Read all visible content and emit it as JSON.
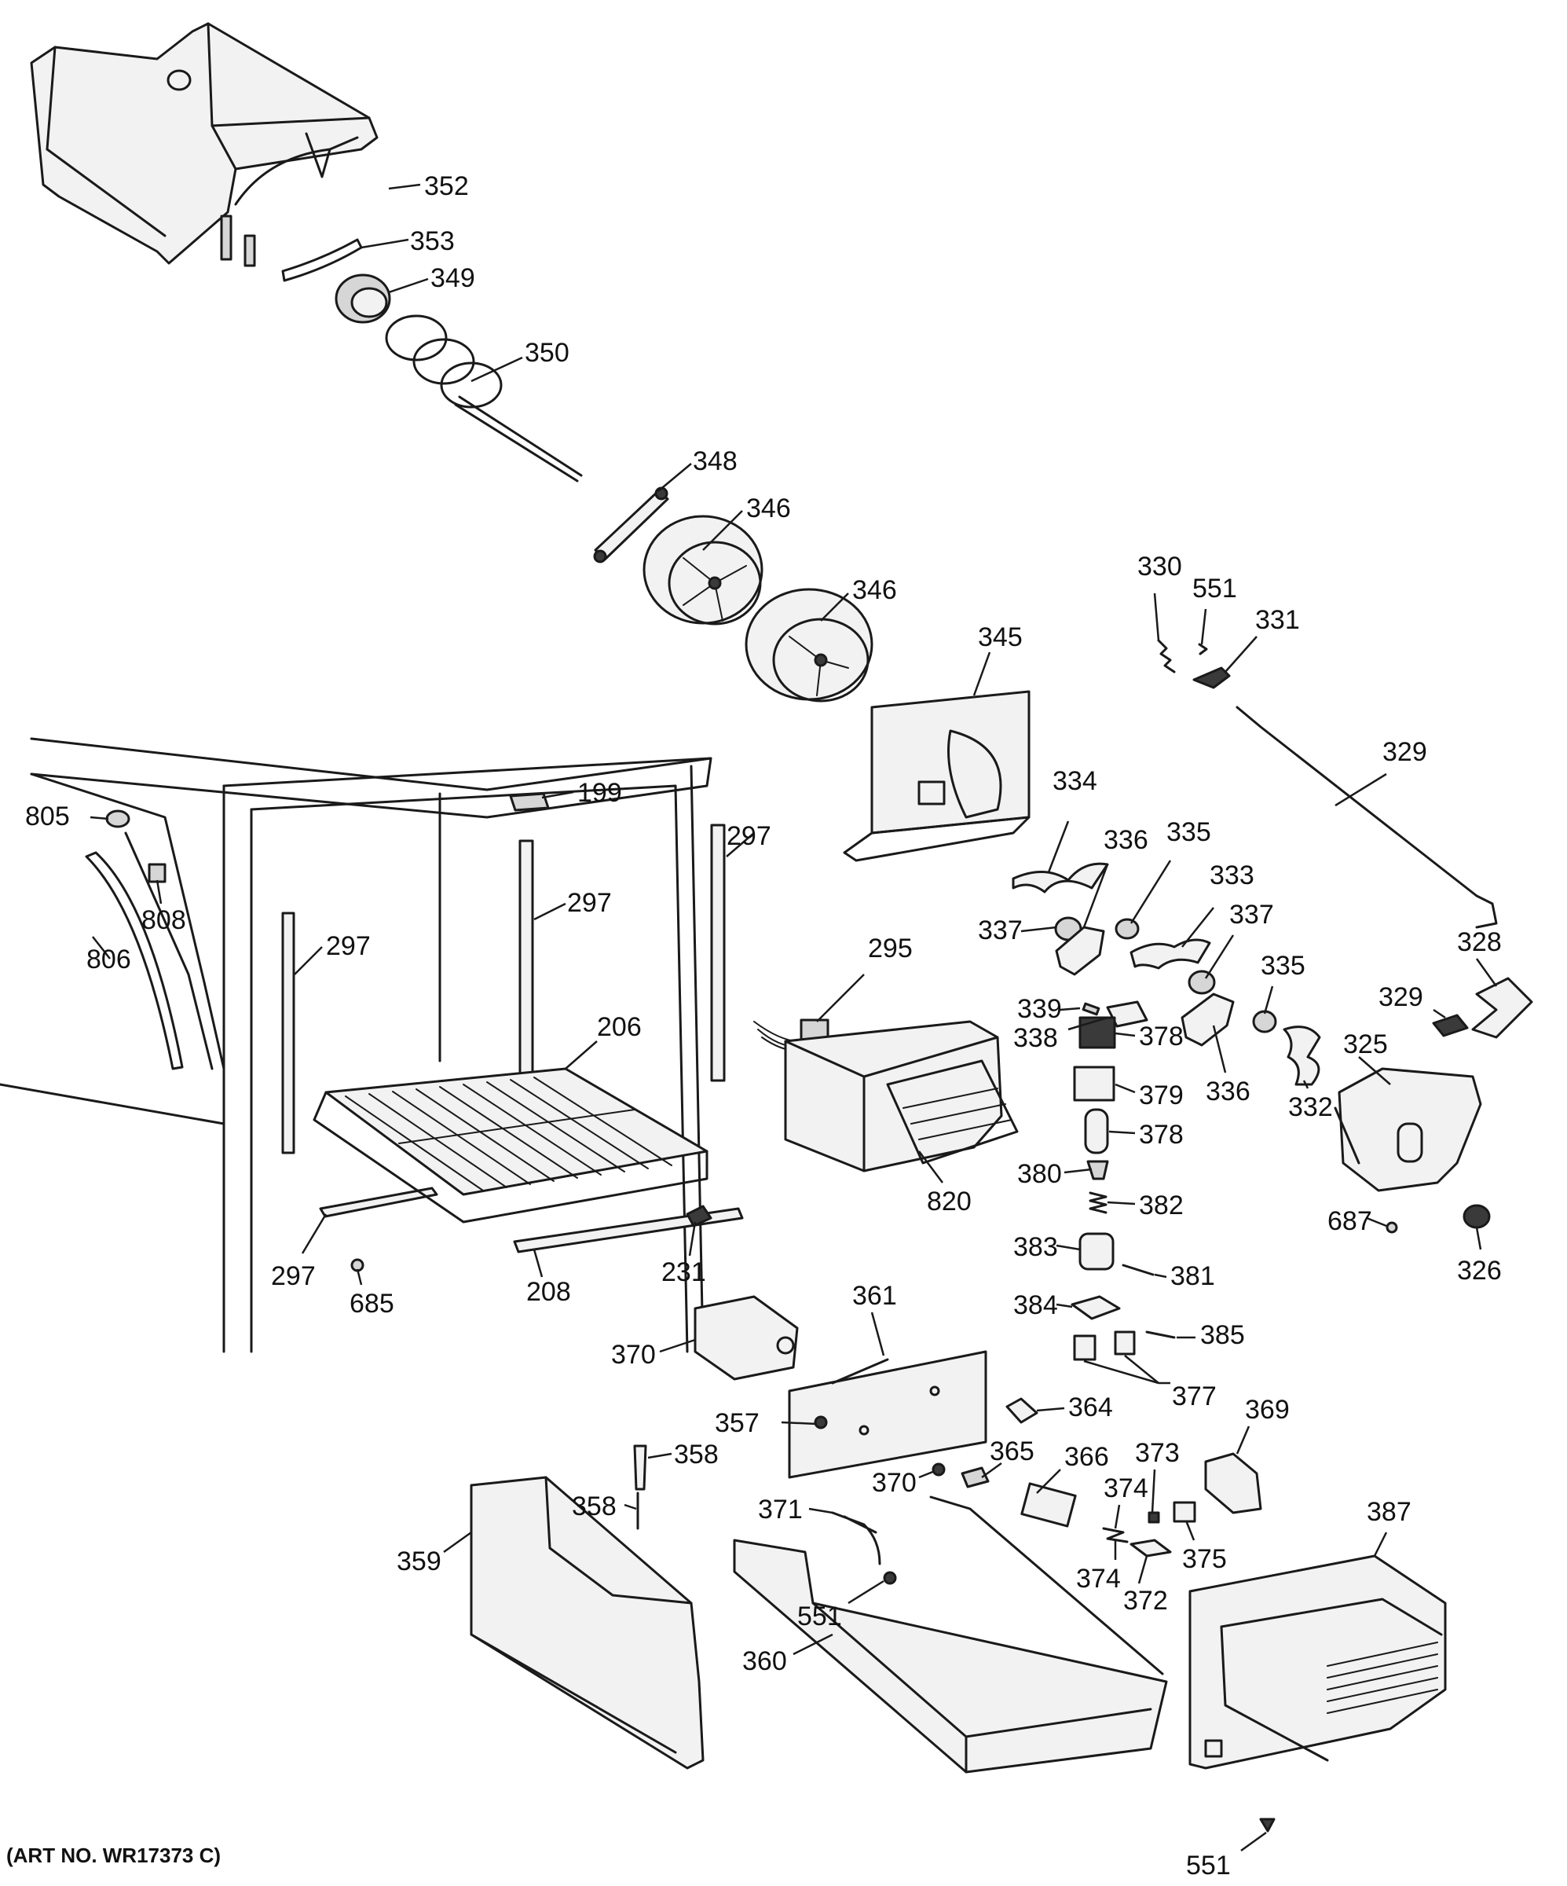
{
  "art_number": "(ART NO. WR17373 C)",
  "labels": {
    "l352": "352",
    "l353": "353",
    "l349": "349",
    "l350": "350",
    "l348": "348",
    "l346a": "346",
    "l346b": "346",
    "l345": "345",
    "l330": "330",
    "l551a": "551",
    "l331": "331",
    "l329a": "329",
    "l199": "199",
    "l805": "805",
    "l808": "808",
    "l806": "806",
    "l297a": "297",
    "l297b": "297",
    "l297c": "297",
    "l297d": "297",
    "l206": "206",
    "l208": "208",
    "l231": "231",
    "l685": "685",
    "l334": "334",
    "l336a": "336",
    "l335a": "335",
    "l333": "333",
    "l337a": "337",
    "l337b": "337",
    "l295": "295",
    "l339": "339",
    "l338": "338",
    "l378a": "378",
    "l379": "379",
    "l378b": "378",
    "l336b": "336",
    "l335b": "335",
    "l332": "332",
    "l328": "328",
    "l329b": "329",
    "l325": "325",
    "l820": "820",
    "l380": "380",
    "l382": "382",
    "l383": "383",
    "l381": "381",
    "l384": "384",
    "l385": "385",
    "l687": "687",
    "l326": "326",
    "l361": "361",
    "l370a": "370",
    "l357": "357",
    "l358a": "358",
    "l358b": "358",
    "l364": "364",
    "l377": "377",
    "l369": "369",
    "l365": "365",
    "l366": "366",
    "l373": "373",
    "l374a": "374",
    "l374b": "374",
    "l370b": "370",
    "l371": "371",
    "l375": "375",
    "l372": "372",
    "l387": "387",
    "l359": "359",
    "l551b": "551",
    "l360": "360",
    "l551c": "551"
  }
}
